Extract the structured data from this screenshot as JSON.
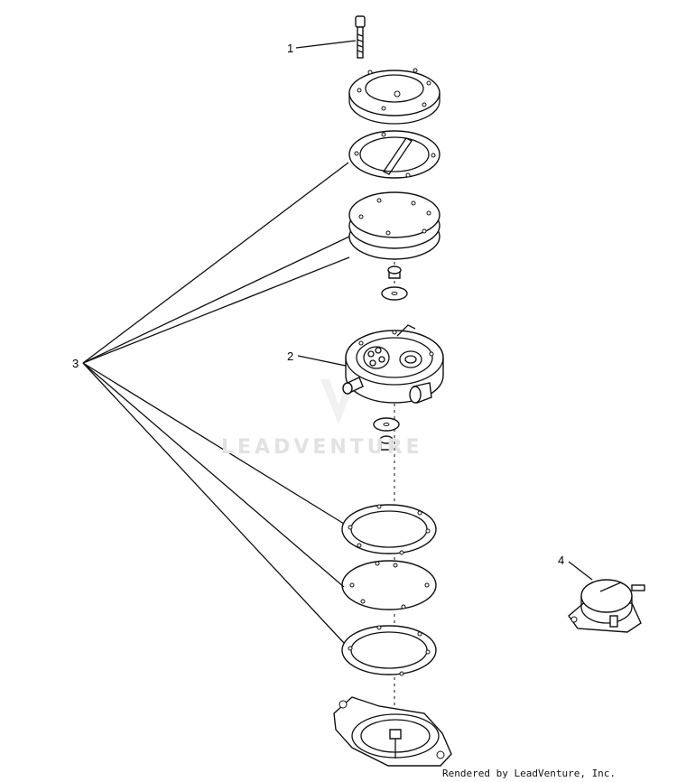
{
  "callouts": {
    "c1": "1",
    "c2": "2",
    "c3": "3",
    "c4": "4"
  },
  "watermark": "LEADVENTURE",
  "credit": "Rendered by LeadVenture, Inc."
}
